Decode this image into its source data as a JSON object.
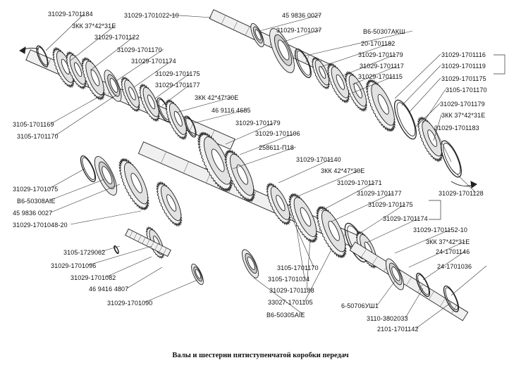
{
  "caption": "Валы и шестерни пятиступенчатой коробки передач",
  "labels": [
    {
      "id": "l01",
      "text": "31029-1701184"
    },
    {
      "id": "l02",
      "text": "31029-1701022-10"
    },
    {
      "id": "l03",
      "text": "45 9836 0027"
    },
    {
      "id": "l04",
      "text": "31029-1701037"
    },
    {
      "id": "l05",
      "text": "3КК 37*42*31Е"
    },
    {
      "id": "l06",
      "text": "31029-1701122"
    },
    {
      "id": "l07",
      "text": "В6-50307АКШ"
    },
    {
      "id": "l08",
      "text": "31029-1701170"
    },
    {
      "id": "l09",
      "text": "20-1701182"
    },
    {
      "id": "l10",
      "text": "31029-1701179"
    },
    {
      "id": "l11",
      "text": "31029-1701116"
    },
    {
      "id": "l12",
      "text": "31029-1701174"
    },
    {
      "id": "l13",
      "text": "31029-1701117"
    },
    {
      "id": "l14",
      "text": "31029-1701119"
    },
    {
      "id": "l15",
      "text": "31029-1701115"
    },
    {
      "id": "l16",
      "text": "31029-1701175"
    },
    {
      "id": "l17",
      "text": "31029-1701175"
    },
    {
      "id": "l18",
      "text": "31029-1701177"
    },
    {
      "id": "l19",
      "text": "3105-1701170"
    },
    {
      "id": "l20",
      "text": "3КК 42*47*30Е"
    },
    {
      "id": "l21",
      "text": "31029-1701179"
    },
    {
      "id": "l22",
      "text": "46 9116 4685"
    },
    {
      "id": "l23",
      "text": "3КК 37*42*31Е"
    },
    {
      "id": "l24",
      "text": "31029-1701179"
    },
    {
      "id": "l25",
      "text": "3105-1701169"
    },
    {
      "id": "l26",
      "text": "31029-1701183"
    },
    {
      "id": "l27",
      "text": "31029-1701106"
    },
    {
      "id": "l28",
      "text": "3105-1701170"
    },
    {
      "id": "l29",
      "text": "258611-П18"
    },
    {
      "id": "l30",
      "text": "31029-1701140"
    },
    {
      "id": "l31",
      "text": "3КК 42*47*30Е"
    },
    {
      "id": "l32",
      "text": "31029-1701171"
    },
    {
      "id": "l33",
      "text": "31029-1701128"
    },
    {
      "id": "l34",
      "text": "31029-1701075"
    },
    {
      "id": "l35",
      "text": "31029-1701177"
    },
    {
      "id": "l36",
      "text": "В6-50308АIЕ"
    },
    {
      "id": "l37",
      "text": "31029-1701175"
    },
    {
      "id": "l38",
      "text": "45 9836 0027"
    },
    {
      "id": "l39",
      "text": "31029-1701174"
    },
    {
      "id": "l40",
      "text": "31029-1701048-20"
    },
    {
      "id": "l41",
      "text": "31029-1701152-10"
    },
    {
      "id": "l42",
      "text": "3КК 37*42*31Е"
    },
    {
      "id": "l43",
      "text": "3105-1729062"
    },
    {
      "id": "l44",
      "text": "24-1701146"
    },
    {
      "id": "l45",
      "text": "31029-1701096"
    },
    {
      "id": "l46",
      "text": "3105-1701170"
    },
    {
      "id": "l47",
      "text": "24-1701036"
    },
    {
      "id": "l48",
      "text": "31029-1701082"
    },
    {
      "id": "l49",
      "text": "3105-1701034"
    },
    {
      "id": "l50",
      "text": "46 9416 4807"
    },
    {
      "id": "l51",
      "text": "31029-1701188"
    },
    {
      "id": "l52",
      "text": "33027-1701105"
    },
    {
      "id": "l53",
      "text": "6-50706УШ1"
    },
    {
      "id": "l54",
      "text": "31029-1701090"
    },
    {
      "id": "l55",
      "text": "3110-3802033"
    },
    {
      "id": "l56",
      "text": "В6-50305АIЕ"
    },
    {
      "id": "l57",
      "text": "2101-1701142"
    }
  ]
}
